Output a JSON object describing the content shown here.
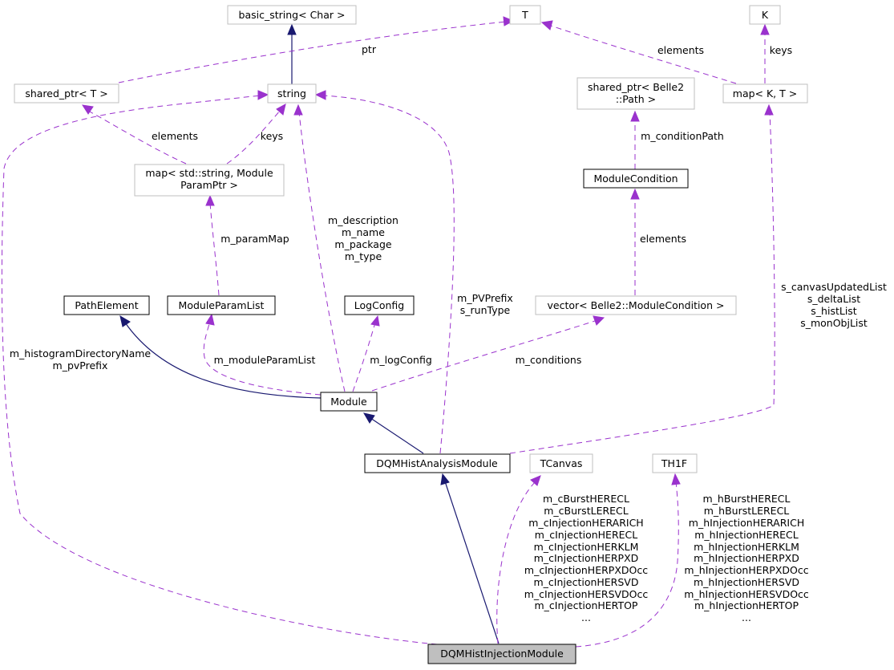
{
  "nodes": {
    "basic_string": "basic_string< Char >",
    "T": "T",
    "K": "K",
    "shared_ptr_T": "shared_ptr< T >",
    "string": "string",
    "shared_ptr_path_1": "shared_ptr< Belle2",
    "shared_ptr_path_2": "::Path >",
    "map_KT": "map< K, T >",
    "module_condition": "ModuleCondition",
    "map_param_1": "map< std::string, Module",
    "map_param_2": "ParamPtr >",
    "path_element": "PathElement",
    "module_param_list": "ModuleParamList",
    "log_config": "LogConfig",
    "vector_condition": "vector< Belle2::ModuleCondition >",
    "module": "Module",
    "dqm_analysis": "DQMHistAnalysisModule",
    "tcanvas": "TCanvas",
    "th1f": "TH1F",
    "dqm_injection": "DQMHistInjectionModule"
  },
  "edge_labels": {
    "ptr": "ptr",
    "elements_T": "elements",
    "keys_K": "keys",
    "elements_shared": "elements",
    "keys_string": "keys",
    "condition_path": "m_conditionPath",
    "elements_condition": "elements",
    "param_map": "m_paramMap",
    "string_members": [
      "m_description",
      "m_name",
      "m_package",
      "m_type"
    ],
    "pv_prefix": [
      "m_PVPrefix",
      "s_runType"
    ],
    "static_lists": [
      "s_canvasUpdatedList",
      "s_deltaList",
      "s_histList",
      "s_monObjList"
    ],
    "histogram_dir": [
      "m_histogramDirectoryName",
      "m_pvPrefix"
    ],
    "module_param_list": "m_moduleParamList",
    "log_config": "m_logConfig",
    "conditions": "m_conditions",
    "canvases": [
      "m_cBurstHERECL",
      "m_cBurstLERECL",
      "m_cInjectionHERARICH",
      "m_cInjectionHERECL",
      "m_cInjectionHERKLM",
      "m_cInjectionHERPXD",
      "m_cInjectionHERPXDOcc",
      "m_cInjectionHERSVD",
      "m_cInjectionHERSVDOcc",
      "m_cInjectionHERTOP",
      "..."
    ],
    "histograms": [
      "m_hBurstHERECL",
      "m_hBurstLERECL",
      "m_hInjectionHERARICH",
      "m_hInjectionHERECL",
      "m_hInjectionHERKLM",
      "m_hInjectionHERPXD",
      "m_hInjectionHERPXDOcc",
      "m_hInjectionHERSVD",
      "m_hInjectionHERSVDOcc",
      "m_hInjectionHERTOP",
      "..."
    ]
  },
  "colors": {
    "usage_edge": "#9a32cd",
    "inheritance_edge": "#191970",
    "focus_node_fill": "#bfbfbf"
  }
}
